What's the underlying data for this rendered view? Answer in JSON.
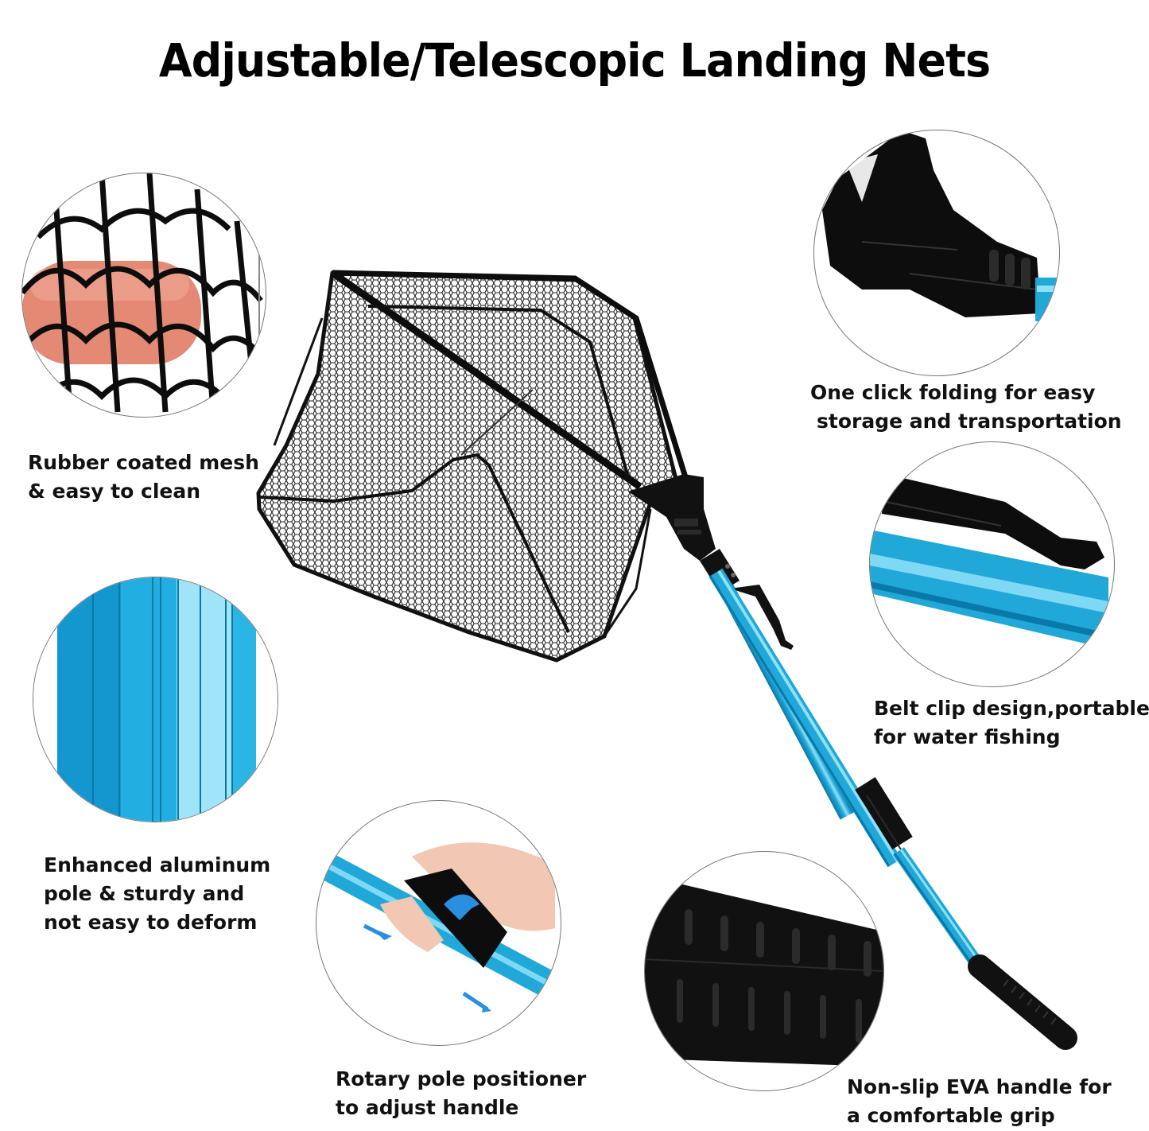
{
  "title": "Adjustable/Telescopic Landing Nets",
  "colors": {
    "pole_blue": "#1fa8d8",
    "pole_highlight": "#7fd8f4",
    "pole_dark": "#0a78a8",
    "black_parts": "#111111",
    "skin": "#e48a74",
    "circle_border": "#777777",
    "arrow_blue": "#2a8fe0"
  },
  "features": [
    {
      "id": "mesh",
      "icon": "rubber-mesh-closeup",
      "lines": [
        "Rubber coated mesh",
        "& easy to clean"
      ]
    },
    {
      "id": "folding",
      "icon": "folding-joint-closeup",
      "lines": [
        "One click folding for easy",
        "storage and transportation"
      ]
    },
    {
      "id": "aluminum",
      "icon": "aluminum-pole-closeup",
      "lines": [
        "Enhanced aluminum",
        "pole & sturdy and",
        "not easy to deform"
      ]
    },
    {
      "id": "belt-clip",
      "icon": "belt-clip-closeup",
      "lines": [
        "Belt clip design,portable",
        "for water fishing"
      ]
    },
    {
      "id": "rotary",
      "icon": "rotary-positioner-closeup",
      "lines": [
        "Rotary pole positioner",
        "to adjust handle"
      ]
    },
    {
      "id": "handle",
      "icon": "eva-handle-closeup",
      "lines": [
        "Non-slip EVA handle for",
        "a comfortable grip"
      ]
    }
  ]
}
